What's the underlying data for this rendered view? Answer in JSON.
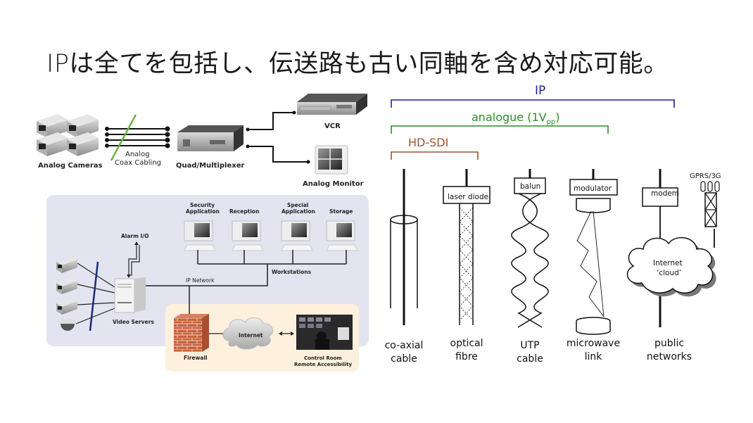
{
  "slide": {
    "title": "IPは全てを包括し、伝送路も古い同軸を含め対応可能。"
  },
  "analog_system": {
    "cameras_label": "Analog Cameras",
    "cabling_label_line1": "Analog",
    "cabling_label_line2": "Coax Cabling",
    "multiplexer_label": "Quad/Multiplexer",
    "vcr_label": "VCR",
    "monitor_label": "Analog Monitor"
  },
  "ip_system": {
    "workstations": [
      {
        "line1": "Security",
        "line2": "Application"
      },
      {
        "line1": "",
        "line2": "Reception"
      },
      {
        "line1": "Special",
        "line2": "Application"
      },
      {
        "line1": "",
        "line2": "Storage"
      }
    ],
    "workstations_label": "Workstations",
    "alarm_label": "Alarm I/O",
    "network_label": "IP Network",
    "servers_label": "Video Servers",
    "firewall_label": "Firewall",
    "internet_label": "Internet",
    "control_room_line1": "Control Room",
    "control_room_line2": "Remote Accessibility"
  },
  "transmission": {
    "brackets": [
      {
        "label": "IP",
        "color": "#1f1f8f"
      },
      {
        "label": "analogue (1V",
        "sub": "pp",
        "suffix": ")",
        "color": "#2e8b2e"
      },
      {
        "label": "HD-SDI",
        "color": "#a0522d"
      }
    ],
    "media": [
      {
        "box": "",
        "line1": "co-axial",
        "line2": "cable"
      },
      {
        "box": "laser diode",
        "line1": "optical",
        "line2": "fibre"
      },
      {
        "box": "balun",
        "line1": "UTP",
        "line2": "cable"
      },
      {
        "box": "modulator",
        "line1": "microwave",
        "line2": "link"
      },
      {
        "box": "modem",
        "line1": "public",
        "line2": "networks"
      }
    ],
    "gprs_label": "GPRS/3G",
    "cloud_line1": "Internet",
    "cloud_line2": "‘cloud’"
  },
  "colors": {
    "ip_panel_bg": "#e4e3f0",
    "remote_panel_bg": "#fdf0dc",
    "cable_cross": "#6cb33f",
    "ip_cross": "#1b2a7a",
    "brick": "#c8623c"
  }
}
